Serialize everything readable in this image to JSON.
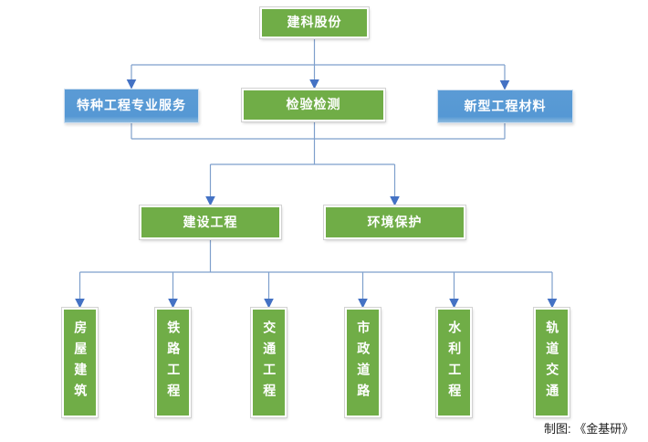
{
  "diagram": {
    "root": {
      "label": "建科股份"
    },
    "level2": [
      {
        "label": "特种工程专业服务",
        "color": "blue"
      },
      {
        "label": "检验检测",
        "color": "green"
      },
      {
        "label": "新型工程材料",
        "color": "blue"
      }
    ],
    "level3": [
      {
        "label": "建设工程",
        "color": "green"
      },
      {
        "label": "环境保护",
        "color": "green"
      }
    ],
    "level4": [
      {
        "label": "房屋建筑"
      },
      {
        "label": "铁路工程"
      },
      {
        "label": "交通工程"
      },
      {
        "label": "市政道路"
      },
      {
        "label": "水利工程"
      },
      {
        "label": "轨道交通"
      }
    ],
    "caption": "制图: 《金基研》",
    "colors": {
      "green": "#70ad47",
      "blue": "#5b9bd5",
      "connector_line": "#7e9fcc",
      "arrowhead": "#4472c4",
      "caption_text": "#1c1c1c"
    }
  }
}
